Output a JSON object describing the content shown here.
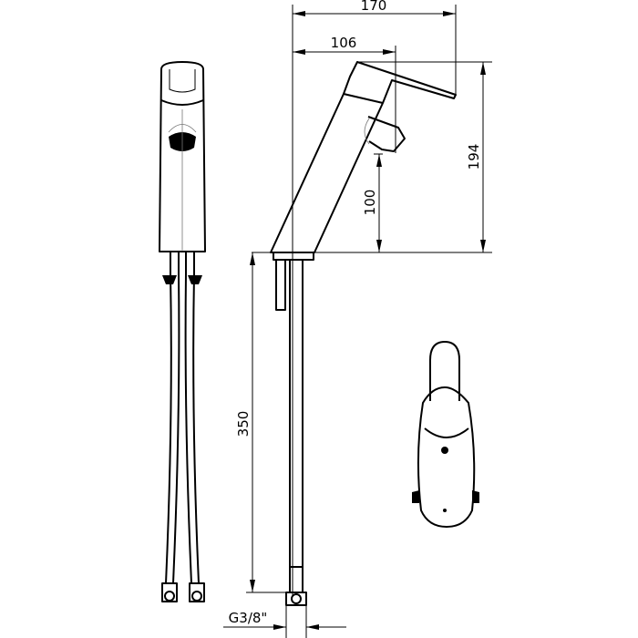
{
  "drawing": {
    "dimensions": {
      "overall_reach": "170",
      "spout_reach": "106",
      "overall_height": "194",
      "spout_height": "100",
      "hose_length": "350",
      "connection_thread": "G3/8\""
    },
    "views": [
      "front-view",
      "side-view",
      "top-view"
    ]
  }
}
